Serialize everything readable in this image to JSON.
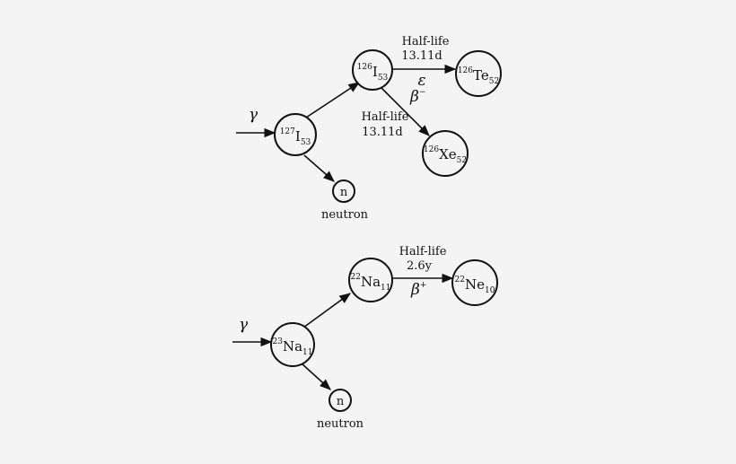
{
  "diagram1": {
    "gamma": "γ",
    "nuclei": {
      "i127": {
        "mass": "127",
        "symbol": "I",
        "atomic": "53"
      },
      "i126": {
        "mass": "126",
        "symbol": "I",
        "atomic": "53"
      },
      "te126": {
        "mass": "126",
        "symbol": "Te",
        "atomic": "52"
      },
      "xe126": {
        "mass": "126",
        "symbol": "Xe",
        "atomic": "52"
      }
    },
    "neutron": {
      "symbol": "n",
      "label": "neutron"
    },
    "decay_ec": {
      "label_line1": "Half-life",
      "label_line2": "13.11d",
      "mode": "ε"
    },
    "decay_beta": {
      "label_line1": "Half-life",
      "label_line2": "13.11d",
      "mode": "β",
      "mode_sign": "−"
    }
  },
  "diagram2": {
    "gamma": "γ",
    "nuclei": {
      "na23": {
        "mass": "23",
        "symbol": "Na",
        "atomic": "11"
      },
      "na22": {
        "mass": "22",
        "symbol": "Na",
        "atomic": "11"
      },
      "ne22": {
        "mass": "22",
        "symbol": "Ne",
        "atomic": "10"
      }
    },
    "neutron": {
      "symbol": "n",
      "label": "neutron"
    },
    "decay_beta_plus": {
      "label_line1": "Half-life",
      "label_line2": "2.6y",
      "mode": "β",
      "mode_sign": "+"
    }
  }
}
